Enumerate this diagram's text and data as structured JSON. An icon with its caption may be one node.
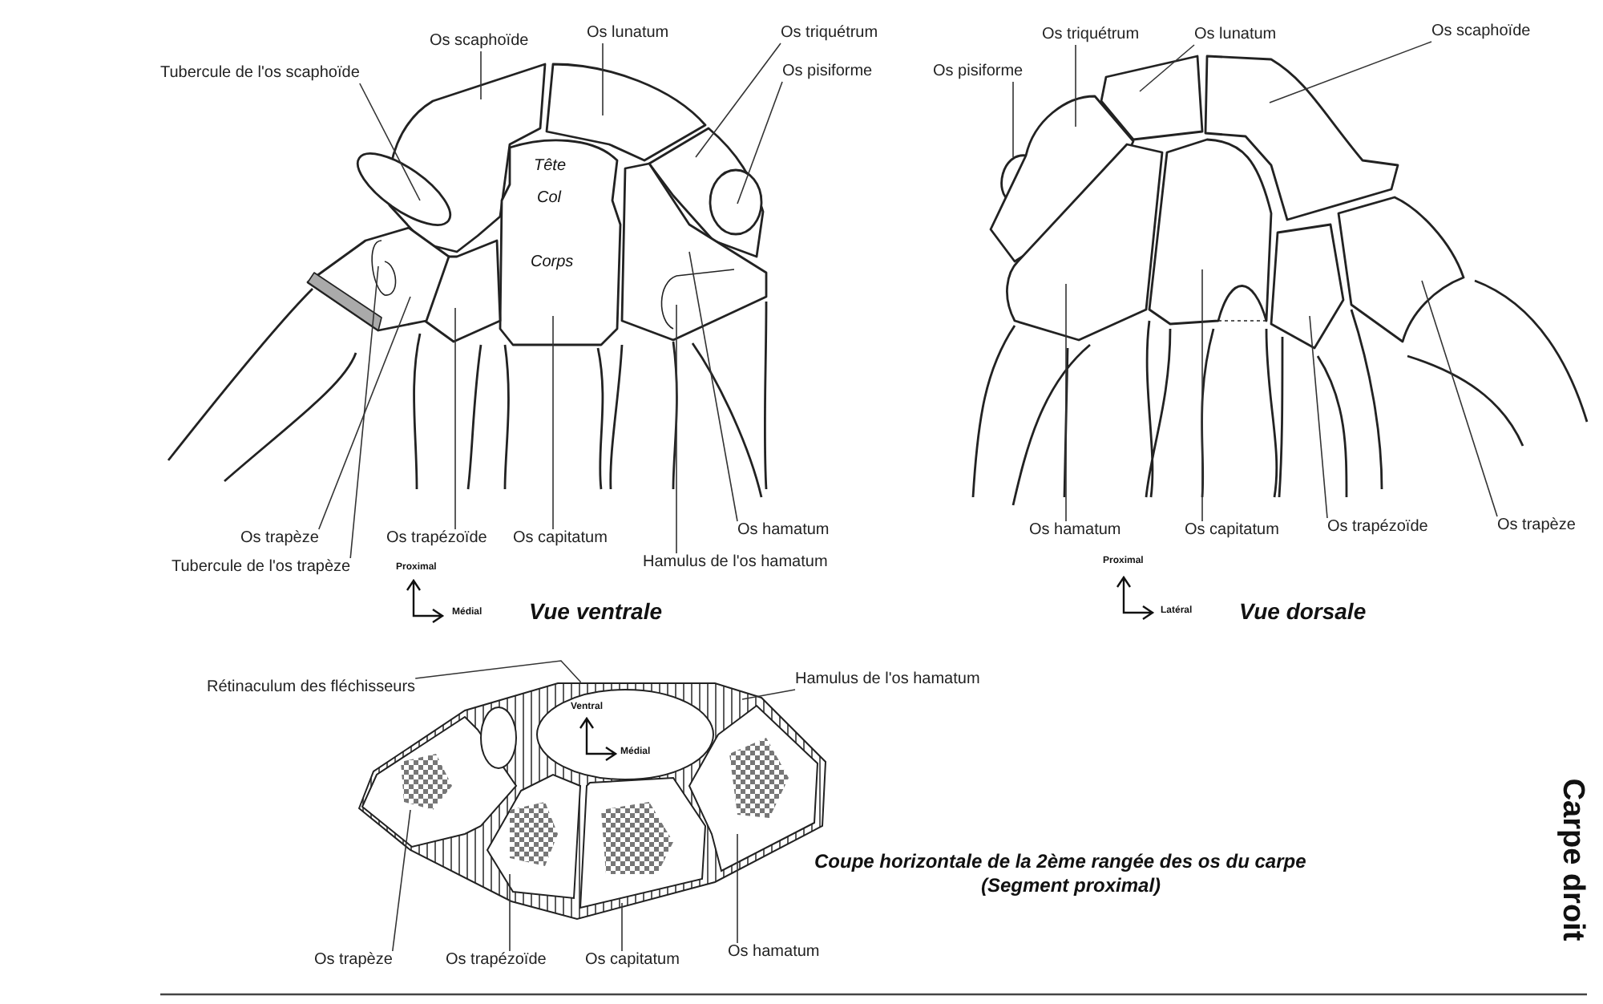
{
  "diagram": {
    "title": "Carpe droit",
    "nodes": [
      {
        "text": [
          "Os scaphoïde"
        ]
      },
      {
        "text": [
          "Tubercule de l'os scaphoïde"
        ]
      },
      {
        "text": [
          "Os lunatum"
        ]
      },
      {
        "text": [
          "Os triquétrum"
        ]
      },
      {
        "text": [
          "Os pisiforme"
        ]
      },
      {
        "text": [
          "Os trapèze"
        ]
      },
      {
        "text": [
          "Tubercule de l'os trapèze"
        ]
      },
      {
        "text": [
          "Os trapézoïde"
        ]
      },
      {
        "text": [
          "Os capitatum"
        ]
      },
      {
        "text": [
          "Os hamatum"
        ]
      },
      {
        "text": [
          "Hamulus de l'os hamatum"
        ]
      },
      {
        "text": [
          "Os triquétrum"
        ]
      },
      {
        "text": [
          "Os lunatum"
        ]
      },
      {
        "text": [
          "Os scaphoïde"
        ]
      },
      {
        "text": [
          "Os pisiforme"
        ]
      },
      {
        "text": [
          "Os hamatum"
        ]
      },
      {
        "text": [
          "Os capitatum"
        ]
      },
      {
        "text": [
          "Os trapézoïde"
        ]
      },
      {
        "text": [
          "Os trapèze"
        ]
      },
      {
        "text": [
          "Rétinaculum des fléchisseurs"
        ]
      },
      {
        "text": [
          "Hamulus de l'os hamatum"
        ]
      },
      {
        "text": [
          "Os trapèze"
        ]
      },
      {
        "text": [
          "Os trapézoïde"
        ]
      },
      {
        "text": [
          "Os capitatum"
        ]
      },
      {
        "text": [
          "Os hamatum"
        ]
      },
      {
        "text": [],
        "shape": "band"
      },
      {
        "text": [],
        "shape": "polygon",
        "in": 25
      },
      {
        "text": [],
        "shape": "polygon",
        "in": 25
      },
      {
        "text": [],
        "shape": "polygon",
        "in": 25
      },
      {
        "text": [],
        "shape": "polygon",
        "in": 25
      }
    ],
    "edges": [
      {
        "from": 0,
        "to": null,
        "arrow": "none"
      },
      {
        "from": 1,
        "to": null,
        "arrow": "none"
      },
      {
        "from": 2,
        "to": null,
        "arrow": "none"
      },
      {
        "from": 3,
        "to": null,
        "arrow": "none"
      },
      {
        "from": 4,
        "to": null,
        "arrow": "none"
      },
      {
        "from": 5,
        "to": null,
        "arrow": "none"
      },
      {
        "from": 6,
        "to": null,
        "arrow": "none"
      },
      {
        "from": 7,
        "to": null,
        "arrow": "none"
      },
      {
        "from": 8,
        "to": null,
        "arrow": "none"
      },
      {
        "from": 9,
        "to": null,
        "arrow": "none"
      },
      {
        "from": 10,
        "to": null,
        "arrow": "none"
      },
      {
        "from": 11,
        "to": null,
        "arrow": "none"
      },
      {
        "from": 12,
        "to": null,
        "arrow": "none"
      },
      {
        "from": 13,
        "to": null,
        "arrow": "none"
      },
      {
        "from": 14,
        "to": null,
        "arrow": "none"
      },
      {
        "from": 15,
        "to": null,
        "arrow": "none"
      },
      {
        "from": 16,
        "to": null,
        "arrow": "none"
      },
      {
        "from": 17,
        "to": null,
        "arrow": "none"
      },
      {
        "from": 18,
        "to": null,
        "arrow": "none"
      },
      {
        "from": 19,
        "to": 25,
        "arrow": "none"
      },
      {
        "from": 20,
        "to": 25,
        "arrow": "none"
      },
      {
        "from": 21,
        "to": 26,
        "arrow": "none"
      },
      {
        "from": 22,
        "to": 27,
        "arrow": "none"
      },
      {
        "from": 23,
        "to": 28,
        "arrow": "none"
      },
      {
        "from": 24,
        "to": 29,
        "arrow": "none"
      }
    ],
    "labels": [
      "Tête",
      "Col",
      "Corps",
      "Proximal",
      "Médial",
      "Vue ventrale",
      "Proximal",
      "Latéral",
      "Vue dorsale",
      "Ventral",
      "Médial",
      "Coupe horizontale  de la 2ème rangée des os du carpe",
      "(Segment proximal)"
    ]
  }
}
